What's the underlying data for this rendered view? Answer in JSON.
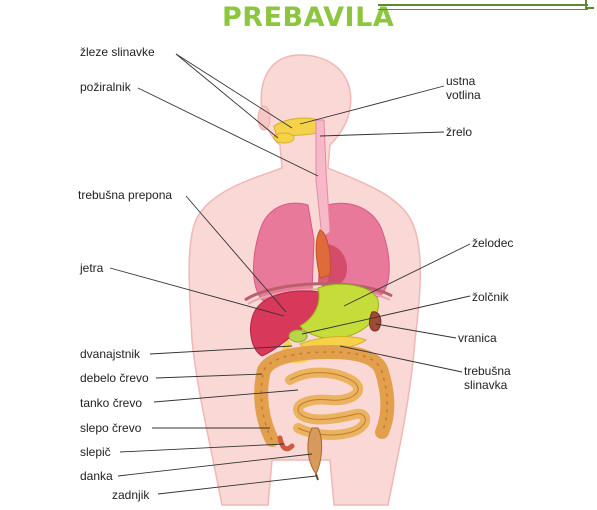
{
  "title": "PREBAVILA",
  "labels": {
    "zleze_slinavke": "žleze slinavke",
    "poziralnik": "požiralnik",
    "ustna_votlina_1": "ustna",
    "ustna_votlina_2": "votlina",
    "zrelo": "žrelo",
    "trebusna_prepona": "trebušna  prepona",
    "zelodec": "želodec",
    "jetra": "jetra",
    "zolcnik": "žolčnik",
    "vranica": "vranica",
    "dvanajstnik": "dvanajstnik",
    "debelo_crevo": "debelo črevo",
    "trebusna_slinavka_1": "trebušna",
    "trebusna_slinavka_2": "slinavka",
    "tanko_crevo": "tanko črevo",
    "slepo_crevo": "slepo črevo",
    "slepic": "slepič",
    "danka": "danka",
    "zadnjik": "zadnjik"
  },
  "colors": {
    "title": "#8cc63f",
    "body": "#f9d8d6",
    "lungs": "#e8799a",
    "liver": "#d8385a",
    "stomach": "#c6dc3a",
    "esophagus": "#f7b9c8",
    "pancreas": "#f6d24a",
    "intestine": "#e3a04c",
    "spleen": "#a04a36"
  }
}
